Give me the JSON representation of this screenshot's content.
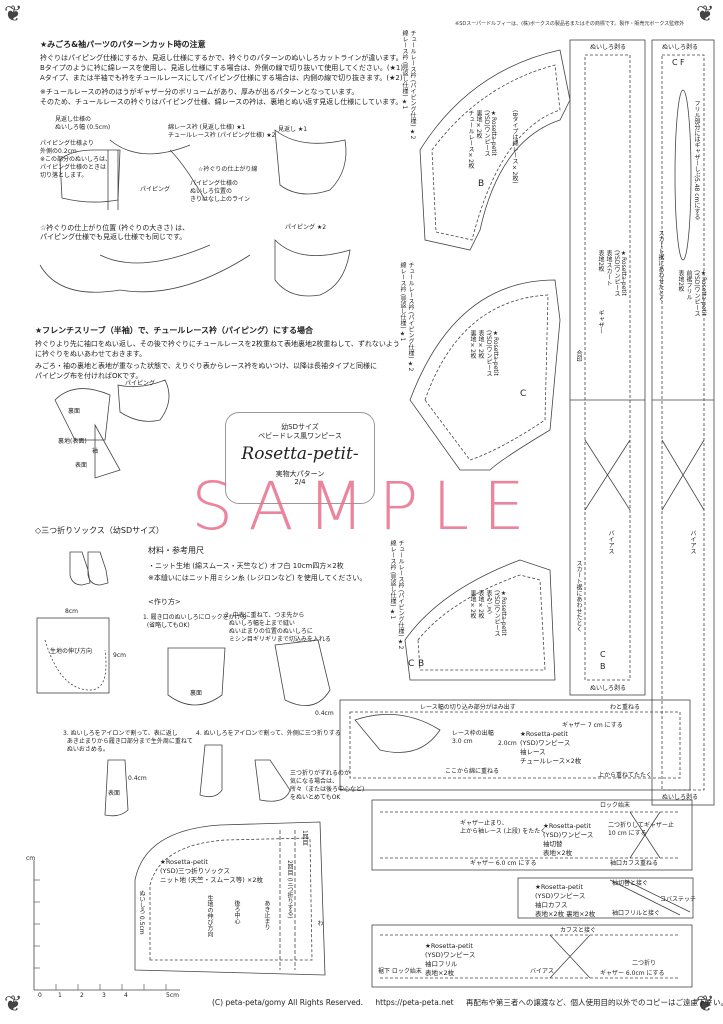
{
  "top_note": "※SDスーパードルフィーは、(株)ボークスの製品名またはその商標です。製作・販売元ボークス監修外",
  "sec1": {
    "heading": "★みごろ&袖パーツのパターンカット時の注意",
    "lines": [
      "衿ぐりはパイピング仕様にするか、見返し仕様にするかで、衿ぐりのパターンのぬいしろカットラインが違います。",
      "Bタイプのように衿に綿レースを使用し、見返し仕様にする場合は、外側の線で切り抜いて使用してください。(★1)",
      "Aタイプ、または半袖でも衿をチュールレースにしてパイピング仕様にする場合は、内側の線で切り抜きます。(★2)",
      "※チュールレースの衿のほうがギャザー分のボリュームがあり、厚みが出るパターンとなっています。",
      "そのため、チュールレースの衿ぐりはパイピング仕様、綿レースの衿は、裏地とぬい返す見返し仕様にしています。"
    ],
    "diagram_labels": {
      "facing_seam": "見返し仕様の\nぬいしろ幅 (0.5cm)",
      "piping_seam": "パイピング仕様より\n外側の0.2cm\n※この部分のぬいしろは、\nパイピング仕様のときは\n切り落とします。",
      "cotton_lace": "綿レース衿 (見返し仕様) ★1",
      "tulle_lace": "チュールレース衿 (パイピング仕様) ★2",
      "collar_finish": "☆衿ぐりの仕上がり線",
      "piping_seamline": "パイピング仕様の\nぬいしろ位置の\nきりはなし上のライン",
      "piping": "パイピング",
      "facing_mark": "見返し ★1",
      "piping_mark": "パイピング ★2",
      "neckline_note": "☆衿ぐりの仕上がり位置 (衿ぐりの大きさ) は、\nパイピング仕様でも見返し仕様でも同じです。"
    }
  },
  "sec2": {
    "heading": "★フレンチスリーブ（半袖）で、チュールレース衿（パイピング）にする場合",
    "lines": [
      "衿ぐりより先に袖口をぬい返し、その後で衿ぐりにチュールレースを2枚重ねて表地裏地2枚重ねして、ずれないよう",
      "に衿ぐりをぬいあわせておきます。",
      "みごろ・袖の裏地と表地が重なった状態で、えりぐり表からレース衿をぬいつけ、以降は長袖タイプと同様に",
      "パイピング布を付ければOKです。"
    ],
    "labels": {
      "piping": "パイピング",
      "back": "裏面",
      "sleeve": "袖",
      "lining": "裏地(表面)",
      "front": "表面"
    }
  },
  "title": {
    "line1": "幼SDサイズ",
    "line2": "ベビードレス風ワンピース",
    "brand": "Rosetta-petit-",
    "line3": "実物大パターン",
    "line4": "2/4"
  },
  "watermark": "SAMPLE",
  "socks": {
    "heading": "◇三つ折りソックス（幼SDサイズ）",
    "materials_heading": "材料・参考用尺",
    "materials": [
      "・ニット生地 (綿スムース・天竺など)  オフ白 10cm四方×2枚",
      "※本縫いにはニット用ミシン糸 (レジロンなど) を使用してください。"
    ],
    "howto_heading": "<作り方>",
    "steps": [
      "1. 履き口のぬいしろにロックをかける\n  (省略してもOK)",
      "2. 中表に重ねて、つま先から\n  ぬいしろ幅を上まで縫い\n  ぬい止まりの位置のぬいしろに\n  ミシン目ギリギリまで切込みを入れる",
      "3. ぬいしろをアイロンで割って、表に返し\n  あき止まりから履き口部分まで生外周に重ねて\n  ぬいおさめる。",
      "4. ぬいしろをアイロンで割って、外側に三つ折りする"
    ],
    "labels": {
      "width": "8cm",
      "height": "9cm",
      "stretch": "生地の伸び方向",
      "back_face": "裏面",
      "front_face": "表面",
      "d1": "0.4cm",
      "d2": "0.4cm",
      "fold_note": "三つ折りがずれるのが\n気になる場合は、\n所々（または後ろ中心など)\nをぬいとめてもOK"
    }
  },
  "sock_pattern": {
    "star": "★Rosetta-petit",
    "name": "(YSD)三つ折りソックス",
    "fabric": "ニット地 (天竺・スムース等) ×2枚",
    "fold1": "1回目",
    "fold2": "2回目 (三つ折りする)",
    "side": "わ",
    "edge1": "ぬいしろ 0.5cm",
    "stretch": "生地の伸び方向",
    "opening": "あき止まり",
    "back_center": "後ろ中心"
  },
  "scale": {
    "cm": "cm",
    "ticks": [
      "0",
      "1",
      "2",
      "3",
      "4",
      "5"
    ],
    "end": "5cm"
  },
  "patterns": {
    "collar_b": {
      "title_top": "綿レース衿 (見返し仕様) ★1",
      "title_bot": "チュールレース衿 (パイピング仕様) ★2",
      "star": "★Rosetta-petit",
      "name": "(YSD)ワンピース",
      "items": [
        "裏地×2枚",
        "チュールレース×2枚",
        "(Bタイプは綿レース×2枚)"
      ],
      "mark": "B"
    },
    "collar_c": {
      "title_top": "綿レース衿 (見返し仕様) ★1",
      "title_bot": "チュールレース衿 (パイピング仕様) ★2",
      "star": "★Rosetta-petit",
      "name": "(YSD)ワンピース",
      "items": [
        "表地×2枚",
        "裏地×2枚"
      ],
      "mark": "C"
    },
    "collar_c2": {
      "title_top": "綿レース衿 (見返し仕様) ★1",
      "title_bot": "チュールレース衿 (パイピング仕様) ★2",
      "star": "★Rosetta-petit",
      "name": "(YSD)ワンピース",
      "items": [
        "表みごろ",
        "表地×2枚",
        "裏地×2枚"
      ],
      "marks": [
        "C",
        "B"
      ]
    },
    "skirt_long": {
      "seam_top": "ぬいしろ剥る",
      "seam_bot": "ぬいしろ剥る",
      "gather": "ギャザー",
      "bias": "バイアス",
      "center": "合印",
      "hem": "スカート裾にあわせたとく",
      "star": "★Rosetta-petit",
      "name": "(YSD)ワンピース",
      "item1": "表地スカート",
      "item2": "表地2枚",
      "marks": [
        "C",
        "B"
      ]
    },
    "frill_long": {
      "seam_top": "ぬいしろ剥る",
      "seam_bot": "ぬいしろ剥る",
      "gather_note": "フリル部分にはギャザーしぶ5.48 cmにする",
      "star": "★Rosetta-petit",
      "name": "(YSD)ワンピース",
      "item1": "前裾フリル",
      "item2": "表地2枚",
      "bias": "バイアス",
      "hem": "スカート裾にあわせたとく",
      "marks": [
        "F",
        "C"
      ]
    },
    "lace_strip": {
      "top": "レース幅の切り込み部分がはみ出す",
      "fold": "わと重ねる",
      "lace_width": "レース枠の出幅\n3.0 cm",
      "w2": "2.0cm",
      "gather": "ギャザー 7 cm にする",
      "star": "★Rosetta-petit",
      "name": "(YSD)ワンピース",
      "item1": "袖レース",
      "item2": "チュールレース×2枚",
      "note_bot": "ここから綿に重ねる",
      "overlap": "上から重ねてたたく"
    },
    "sleeve_cuff": {
      "top": "ロック始末",
      "star": "★Rosetta-petit",
      "name": "(YSD)ワンピース",
      "item1": "袖切替",
      "item2": "表地×2枚",
      "gather_top": "ギャザー止まり、\n上から袖レース (上段) をたたく",
      "fold_note": "二つ折りしてギャザー止\n10 cm にする",
      "gather": "ギャザー 6.0 cm にする",
      "lock": "袖口カフス重ねる"
    },
    "cuff": {
      "star": "★Rosetta-petit",
      "name": "(YSD)ワンピース",
      "item1": "袖口カフス",
      "item2": "表地×2枚  裏地×2枚",
      "top": "袖切替と接ぐ",
      "stitch": "コバステッチ",
      "bottom": "袖口フリルと接ぐ"
    },
    "sleeve_frill": {
      "top": "カフスと接ぐ",
      "star": "★Rosetta-petit",
      "name": "(YSD)ワンピース",
      "item1": "袖口フリル",
      "item2": "表地×2枚",
      "left": "裾下 ロック始末",
      "bias": "バイアス",
      "fold": "二つ折り",
      "gather": "ギャザー 6.0cm にする"
    }
  },
  "footer": {
    "copyright": "(C) peta-peta/gomy  All Rights Reserved.",
    "url": "https://peta-peta.net",
    "notice": "再配布や第三者への譲渡など、個人使用目的以外でのコピーはご遠慮下さい。"
  }
}
